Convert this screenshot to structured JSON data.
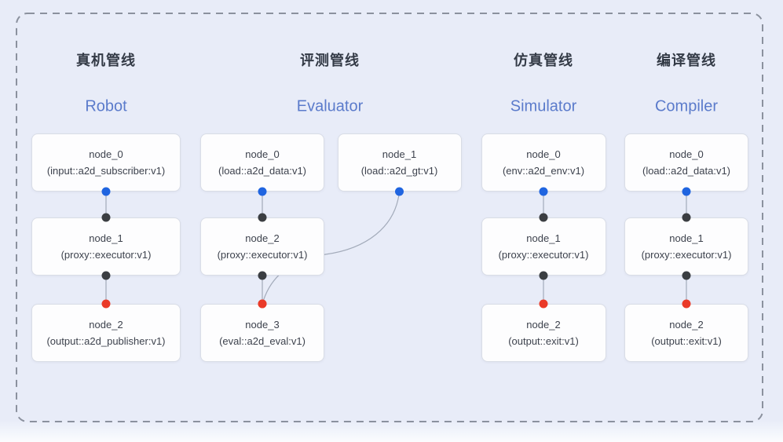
{
  "colors": {
    "background": "#e8ecf8",
    "dashed_border": "#8b919e",
    "node_border": "#d9dde6",
    "node_background": "#fdfdfe",
    "node_text": "#3d424d",
    "title_zh": "#333a46",
    "title_en": "#5b7bcb",
    "connector": "#a3abba",
    "dot_blue": "#2065e0",
    "dot_dark": "#3b3e42",
    "dot_red": "#ea3a28"
  },
  "pipelines": [
    {
      "title_zh": "真机管线",
      "title_en": "Robot",
      "nodes": [
        {
          "id": "n0",
          "line1": "node_0",
          "line2": "(input::a2d_subscriber:v1)",
          "row": 0,
          "col": 0
        },
        {
          "id": "n1",
          "line1": "node_1",
          "line2": "(proxy::executor:v1)",
          "row": 1,
          "col": 0
        },
        {
          "id": "n2",
          "line1": "node_2",
          "line2": "(output::a2d_publisher:v1)",
          "row": 2,
          "col": 0
        }
      ],
      "edges": [
        {
          "from": "n0",
          "to": "n1",
          "from_dot": "dot_blue",
          "to_dot": "dot_dark",
          "curve": false
        },
        {
          "from": "n1",
          "to": "n2",
          "from_dot": "dot_dark",
          "to_dot": "dot_red",
          "curve": false
        }
      ]
    },
    {
      "title_zh": "评测管线",
      "title_en": "Evaluator",
      "nodes": [
        {
          "id": "n0",
          "line1": "node_0",
          "line2": "(load::a2d_data:v1)",
          "row": 0,
          "col": 0
        },
        {
          "id": "n1",
          "line1": "node_1",
          "line2": "(load::a2d_gt:v1)",
          "row": 0,
          "col": 1
        },
        {
          "id": "n2",
          "line1": "node_2",
          "line2": "(proxy::executor:v1)",
          "row": 1,
          "col": 0
        },
        {
          "id": "n3",
          "line1": "node_3",
          "line2": "(eval::a2d_eval:v1)",
          "row": 2,
          "col": 0
        }
      ],
      "edges": [
        {
          "from": "n0",
          "to": "n2",
          "from_dot": "dot_blue",
          "to_dot": "dot_dark",
          "curve": false
        },
        {
          "from": "n2",
          "to": "n3",
          "from_dot": "dot_dark",
          "to_dot": "dot_red",
          "curve": false
        },
        {
          "from": "n1",
          "to": "n3",
          "from_dot": "dot_blue",
          "to_dot": "dot_red",
          "curve": true
        }
      ]
    },
    {
      "title_zh": "仿真管线",
      "title_en": "Simulator",
      "nodes": [
        {
          "id": "n0",
          "line1": "node_0",
          "line2": "(env::a2d_env:v1)",
          "row": 0,
          "col": 0
        },
        {
          "id": "n1",
          "line1": "node_1",
          "line2": "(proxy::executor:v1)",
          "row": 1,
          "col": 0
        },
        {
          "id": "n2",
          "line1": "node_2",
          "line2": "(output::exit:v1)",
          "row": 2,
          "col": 0
        }
      ],
      "edges": [
        {
          "from": "n0",
          "to": "n1",
          "from_dot": "dot_blue",
          "to_dot": "dot_dark",
          "curve": false
        },
        {
          "from": "n1",
          "to": "n2",
          "from_dot": "dot_dark",
          "to_dot": "dot_red",
          "curve": false
        }
      ]
    },
    {
      "title_zh": "编译管线",
      "title_en": "Compiler",
      "nodes": [
        {
          "id": "n0",
          "line1": "node_0",
          "line2": "(load::a2d_data:v1)",
          "row": 0,
          "col": 0
        },
        {
          "id": "n1",
          "line1": "node_1",
          "line2": "(proxy::executor:v1)",
          "row": 1,
          "col": 0
        },
        {
          "id": "n2",
          "line1": "node_2",
          "line2": "(output::exit:v1)",
          "row": 2,
          "col": 0
        }
      ],
      "edges": [
        {
          "from": "n0",
          "to": "n1",
          "from_dot": "dot_blue",
          "to_dot": "dot_dark",
          "curve": false
        },
        {
          "from": "n1",
          "to": "n2",
          "from_dot": "dot_dark",
          "to_dot": "dot_red",
          "curve": false
        }
      ]
    }
  ]
}
